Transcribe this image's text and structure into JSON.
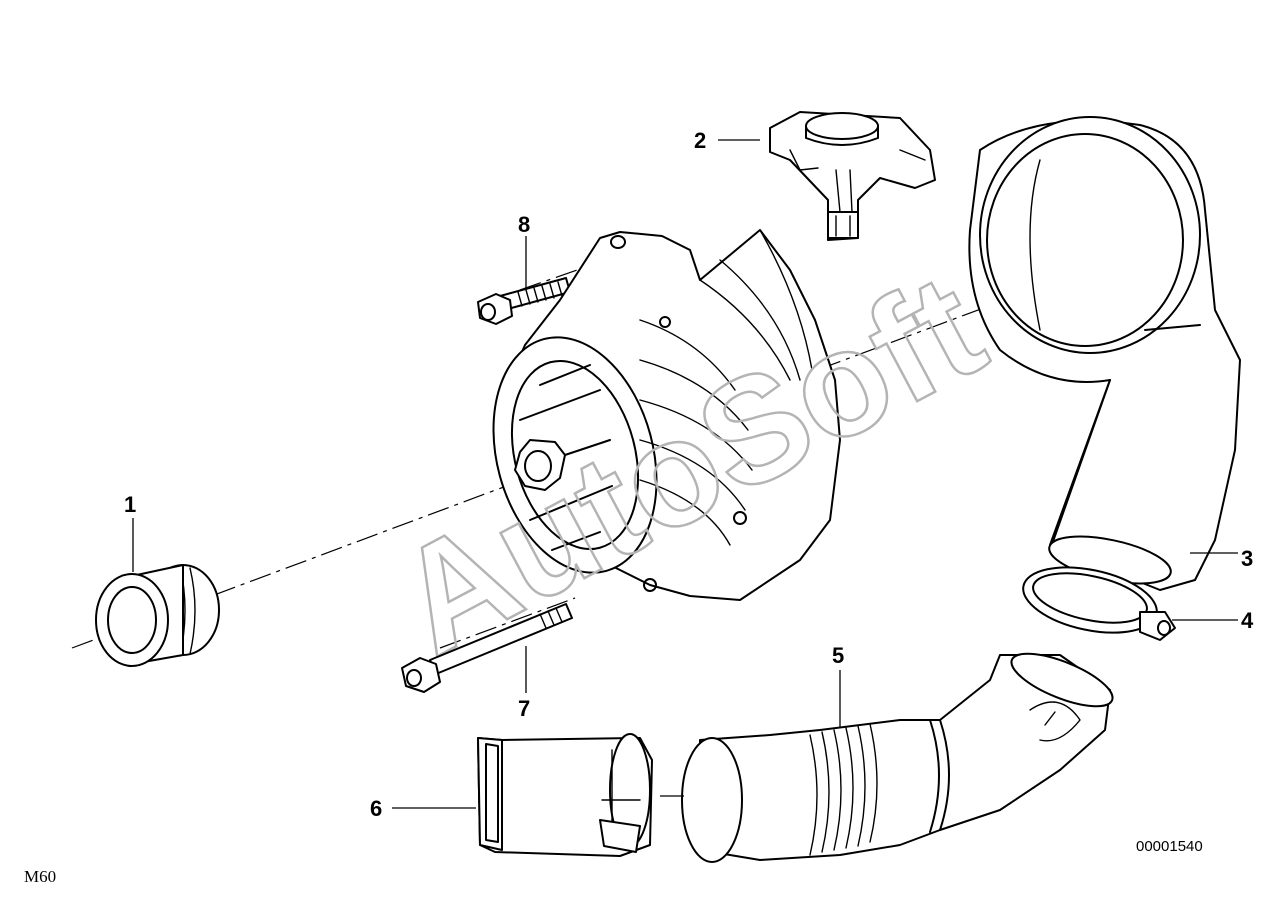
{
  "watermark": "AutoSoft",
  "model": "M60",
  "diagram_code": "00001540",
  "callouts": [
    {
      "id": "1",
      "label": "1"
    },
    {
      "id": "2",
      "label": "2"
    },
    {
      "id": "3",
      "label": "3"
    },
    {
      "id": "4",
      "label": "4"
    },
    {
      "id": "5",
      "label": "5"
    },
    {
      "id": "6",
      "label": "6"
    },
    {
      "id": "7",
      "label": "7"
    },
    {
      "id": "8",
      "label": "8"
    }
  ]
}
